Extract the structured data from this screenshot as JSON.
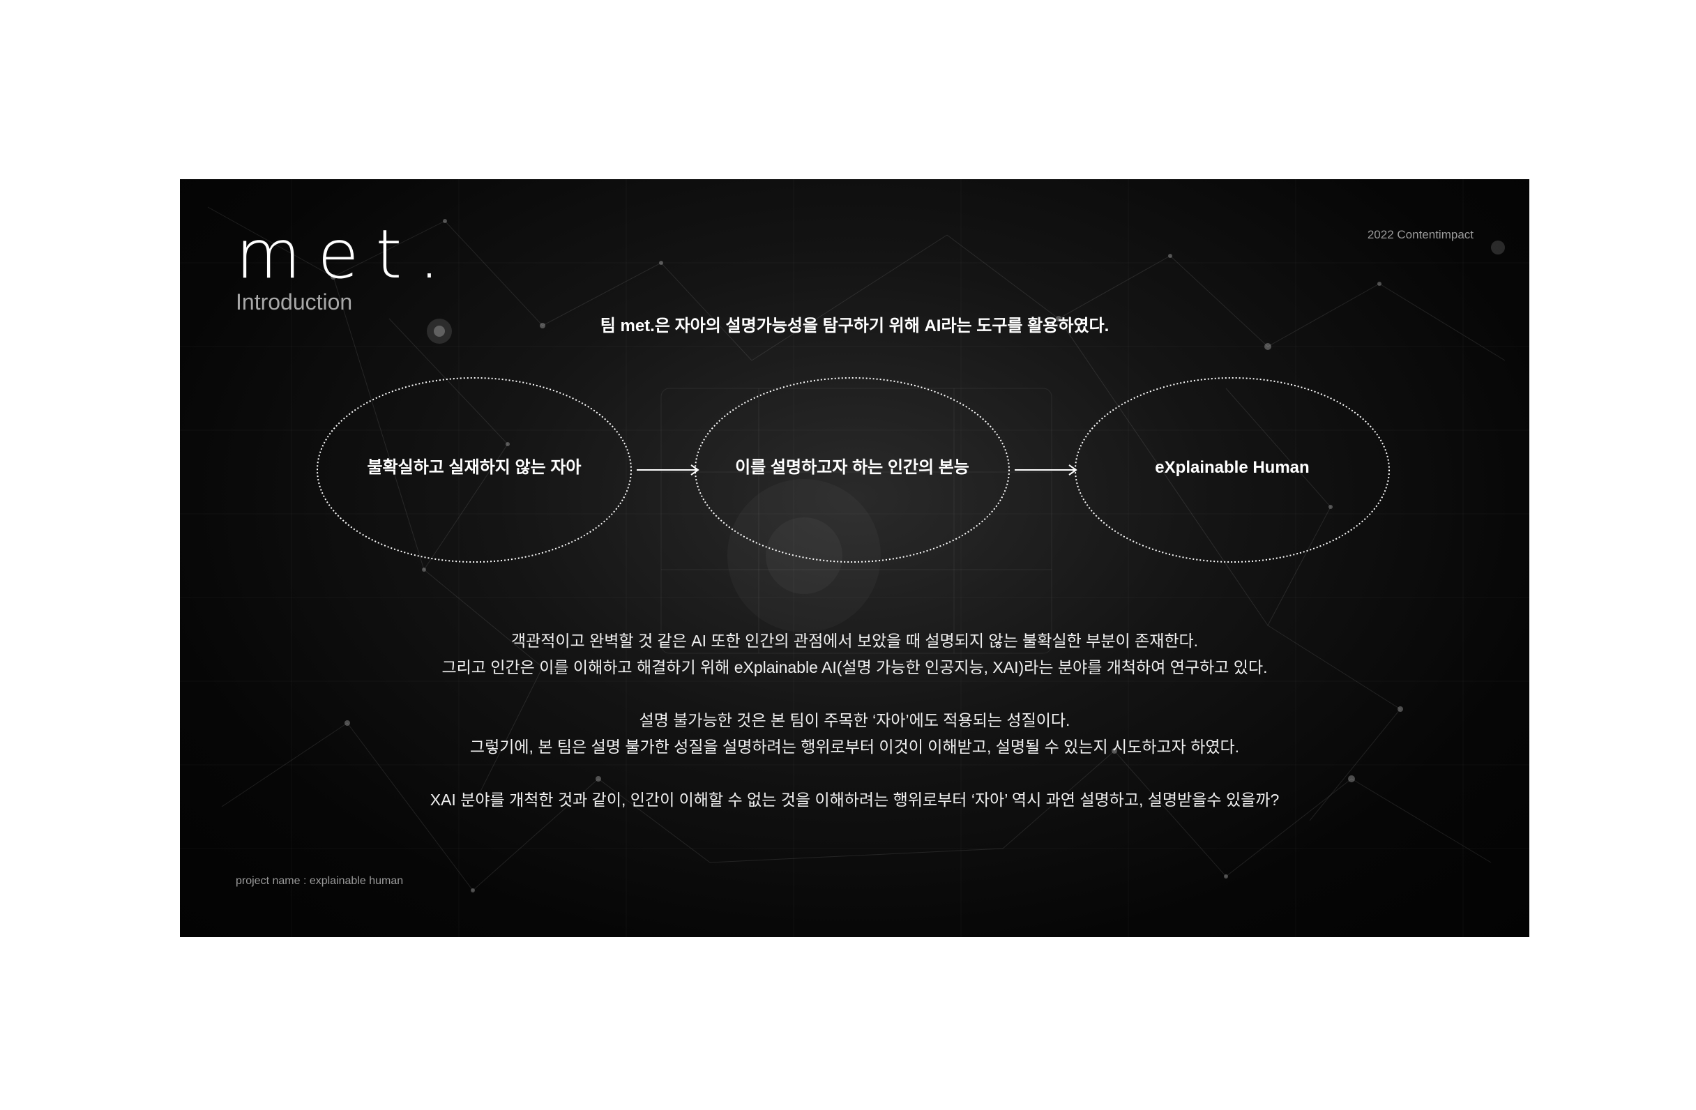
{
  "slide": {
    "logo": "met.",
    "section_title": "Introduction",
    "year_label": "2022 Contentimpact",
    "headline": "팀 met.은 자아의 설명가능성을 탐구하기 위해 AI라는 도구를 활용하였다.",
    "flow": [
      {
        "label": "불확실하고 실재하지 않는  자아"
      },
      {
        "label": "이를 설명하고자 하는 인간의 본능"
      },
      {
        "label": "eXplainable Human"
      }
    ],
    "paragraphs": [
      "객관적이고 완벽할 것 같은 AI 또한 인간의 관점에서 보았을 때 설명되지 않는 불확실한 부분이 존재한다.",
      "그리고 인간은 이를 이해하고 해결하기 위해  eXplainable AI(설명 가능한 인공지능, XAI)라는 분야를 개척하여 연구하고 있다.",
      "설명 불가능한 것은 본 팀이 주목한 ‘자아’에도 적용되는 성질이다.",
      "그렇기에, 본 팀은 설명 불가한 성질을 설명하려는 행위로부터 이것이 이해받고, 설명될 수 있는지 시도하고자 하였다.",
      "XAI 분야를 개척한 것과 같이, 인간이 이해할 수 없는 것을 이해하려는 행위로부터 ‘자아’ 역시 과연 설명하고, 설명받을수 있을까?"
    ],
    "footer": "project name : explainable human",
    "colors": {
      "background": "#050505",
      "text": "#ffffff",
      "muted": "#9a9a9a",
      "page": "#ffffff"
    }
  }
}
